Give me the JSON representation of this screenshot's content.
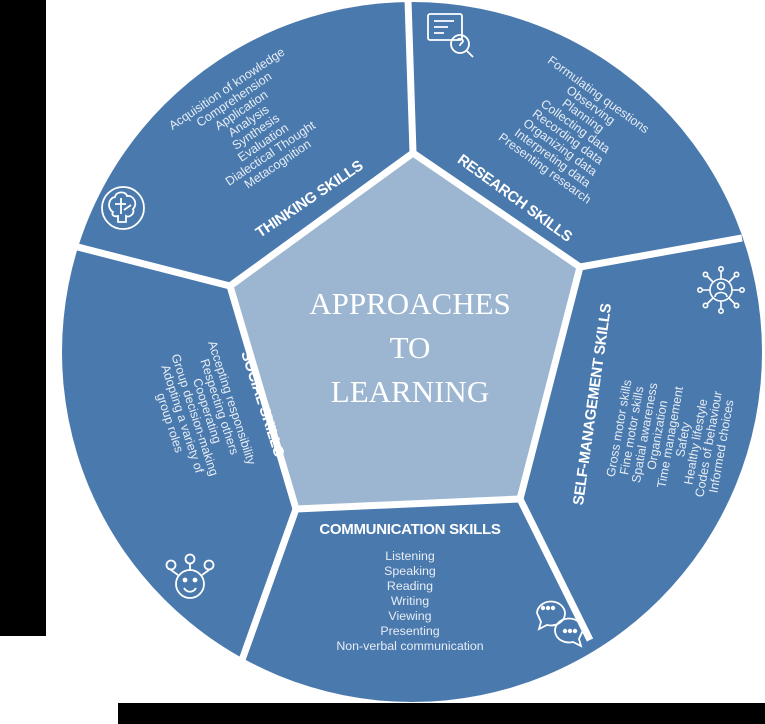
{
  "center": {
    "lines": [
      "APPROACHES",
      "TO",
      "LEARNING"
    ]
  },
  "sections": {
    "thinking": {
      "title": "THINKING SKILLS",
      "icon": "brain-icon",
      "items": [
        "Acquisition of knowledge",
        "Comprehension",
        "Application",
        "Analysis",
        "Synthesis",
        "Evaluation",
        "Dialectical Thought",
        "Metacognition"
      ]
    },
    "research": {
      "title": "RESEARCH SKILLS",
      "icon": "document-search-icon",
      "items": [
        "Formulating questions",
        "Observing",
        "Planning",
        "Collecting data",
        "Recording data",
        "Organizing data",
        "Interpreting data",
        "Presenting research"
      ]
    },
    "self_management": {
      "title": "SELF-MANAGEMENT SKILLS",
      "icon": "network-person-icon",
      "items": [
        "Gross motor skills",
        "Fine motor skills",
        "Spatial awareness",
        "Organization",
        "Time management",
        "Safety",
        "Healthy lifestyle",
        "Codes of behaviour",
        "Informed choices"
      ]
    },
    "communication": {
      "title": "COMMUNICATION SKILLS",
      "icon": "speech-bubbles-icon",
      "items": [
        "Listening",
        "Speaking",
        "Reading",
        "Writing",
        "Viewing",
        "Presenting",
        "Non-verbal communication"
      ]
    },
    "social": {
      "title": "SOCIAL SKILLS",
      "icon": "people-group-icon",
      "items": [
        "Accepting responsibility",
        "Respecting others",
        "Cooperating",
        "Group decision-making",
        "Adopting a variety of",
        "group roles"
      ]
    }
  },
  "colors": {
    "segment": "#4a79ad",
    "separator": "#ffffff",
    "center": "#9cb6d1",
    "frame": "#000000"
  }
}
